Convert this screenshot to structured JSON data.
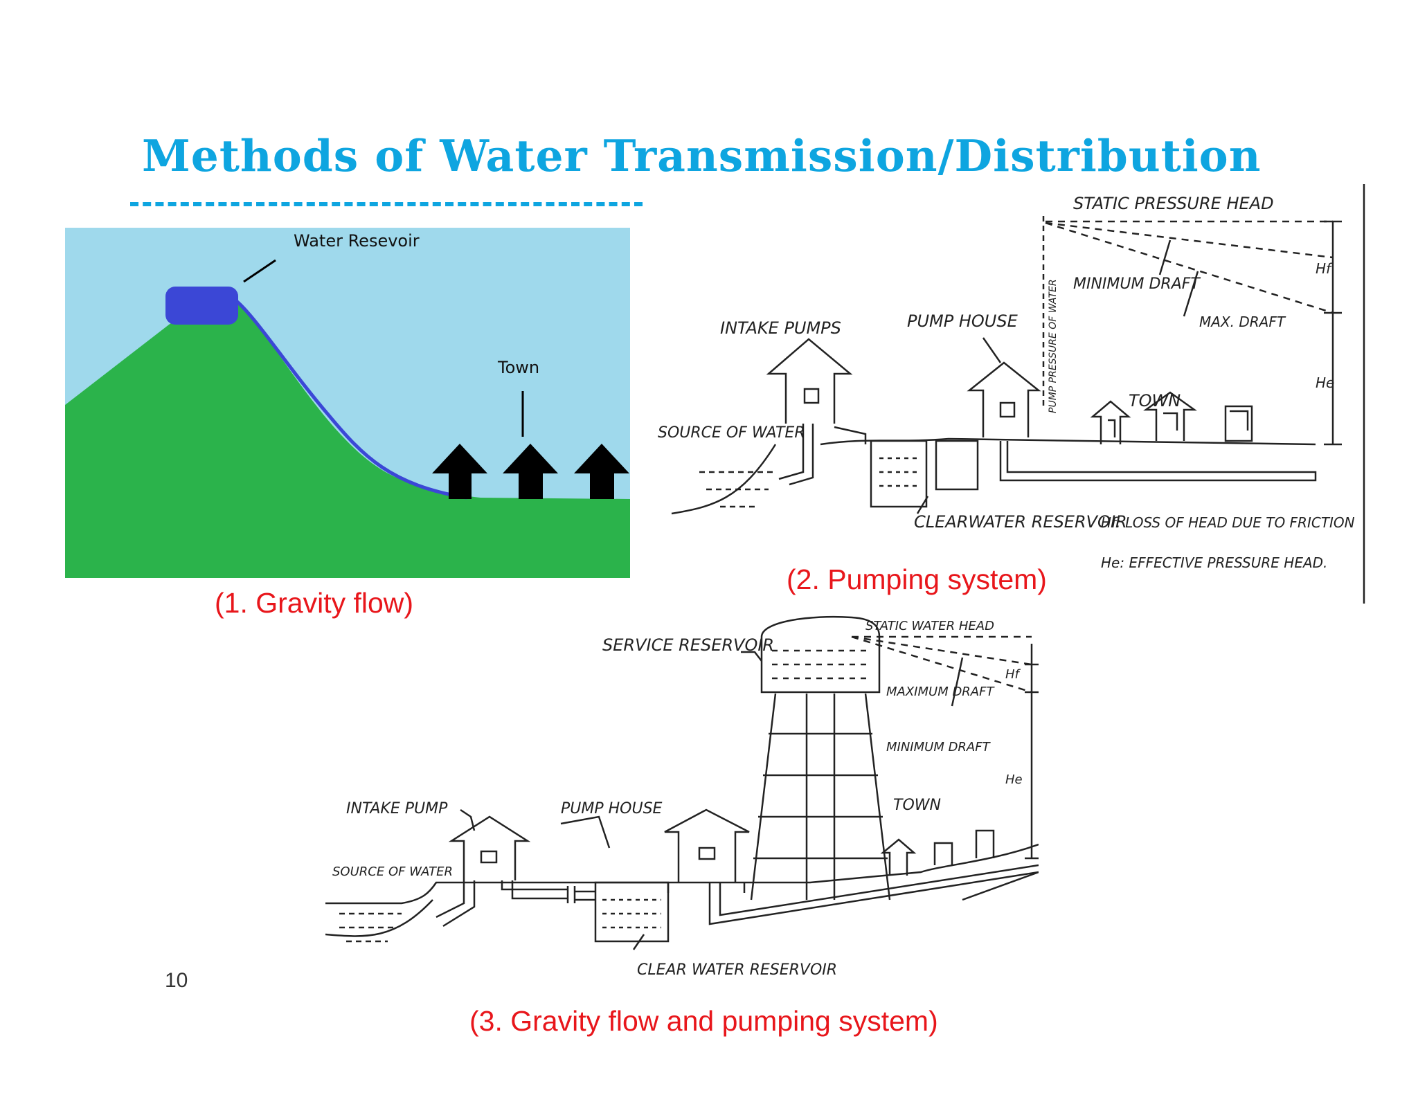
{
  "title": "Methods of Water Transmission/Distribution",
  "slide_number": "10",
  "gravity": {
    "caption": "(1. Gravity flow)",
    "reservoir_label": "Water Resevoir",
    "town_label": "Town",
    "colors": {
      "sky": "#9fd9ec",
      "ground": "#2bb34b",
      "reservoir": "#3b47d6",
      "pipe": "#3b47d6",
      "house": "#000000"
    }
  },
  "pumping": {
    "caption": "(2. Pumping system)",
    "static_head": "STATIC PRESSURE HEAD",
    "pump_pressure": "PUMP PRESSURE OF WATER",
    "minimum_draft": "MINIMUM DRAFT",
    "max_draft": "MAX. DRAFT",
    "hf": "Hf",
    "he": "He",
    "intake_pumps": "INTAKE PUMPS",
    "pump_house": "PUMP HOUSE",
    "town": "TOWN",
    "source": "SOURCE OF WATER",
    "clearwater": "CLEARWATER RESERVOIR",
    "legend_hf": "Hf: LOSS OF HEAD DUE TO FRICTION",
    "legend_he": "He: EFFECTIVE PRESSURE HEAD."
  },
  "combined": {
    "caption": "(3. Gravity flow and pumping system)",
    "service_reservoir": "SERVICE RESERVOIR",
    "static_water_head": "STATIC WATER HEAD",
    "maximum_draft": "MAXIMUM DRAFT",
    "minimum_draft": "MINIMUM DRAFT",
    "hf": "Hf",
    "he": "He",
    "town": "TOWN",
    "intake_pump": "INTAKE PUMP",
    "pump_house": "PUMP HOUSE",
    "source": "SOURCE OF WATER",
    "clear_water": "CLEAR WATER RESERVOIR"
  }
}
